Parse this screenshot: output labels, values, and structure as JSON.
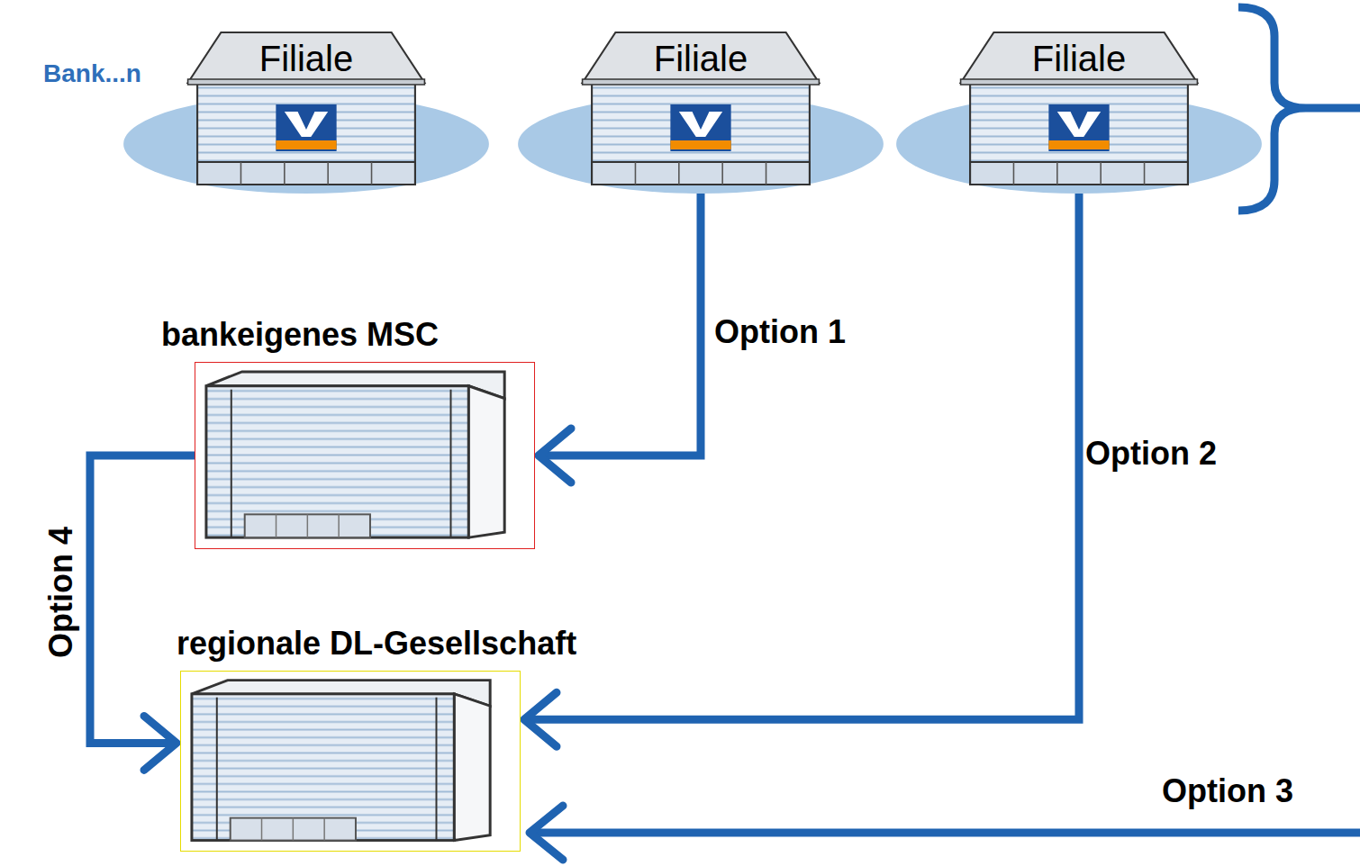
{
  "diagram": {
    "nodes": [
      {
        "text": [
          "Filiale"
        ]
      },
      {
        "text": [
          "Filiale"
        ]
      },
      {
        "text": [
          "Filiale"
        ]
      },
      {
        "text": [
          "bankeigenes MSC"
        ]
      },
      {
        "text": [
          "regionale DL-Gesellschaft"
        ]
      }
    ],
    "edges": [
      {
        "from": 1,
        "to": 3,
        "arrow": "to",
        "label": "Option 1"
      },
      {
        "from": 2,
        "to": 4,
        "arrow": "to",
        "label": "Option 2"
      },
      {
        "from": 3,
        "to": 4,
        "arrow": "to",
        "label": "Option 4"
      }
    ],
    "labels": [
      "Bank...n",
      "Option 3"
    ]
  }
}
